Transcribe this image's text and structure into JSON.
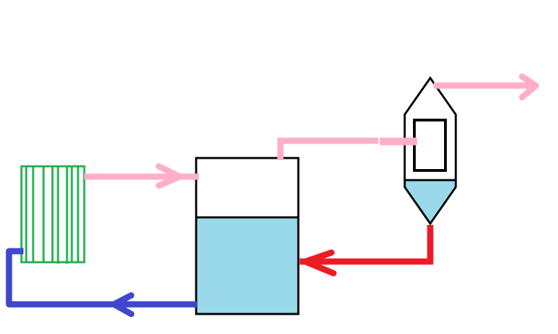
{
  "colors": {
    "background": "#ffffff",
    "outline": "#000000",
    "liquid": "#99d9ea",
    "heat_exchanger": "#22b14c",
    "vapor_stream": "#ffaec9",
    "return_stream": "#ed1c24",
    "feed_stream": "#3f48cc"
  },
  "components": [
    {
      "name": "heat-exchanger",
      "kind": "finned-coil"
    },
    {
      "name": "storage-tank",
      "kind": "partially-filled-tank"
    },
    {
      "name": "separator-vessel",
      "kind": "cyclone-separator"
    }
  ],
  "streams": [
    {
      "name": "heated-vapor-line",
      "color": "vapor_stream",
      "from": "heat-exchanger",
      "to": "storage-tank"
    },
    {
      "name": "tank-vapor-line",
      "color": "vapor_stream",
      "from": "storage-tank",
      "to": "separator-vessel"
    },
    {
      "name": "outlet-line",
      "color": "vapor_stream",
      "from": "separator-vessel",
      "to": "outlet"
    },
    {
      "name": "liquid-return-line",
      "color": "return_stream",
      "from": "separator-vessel",
      "to": "storage-tank"
    },
    {
      "name": "feed-line",
      "color": "feed_stream",
      "from": "storage-tank",
      "to": "heat-exchanger"
    }
  ]
}
